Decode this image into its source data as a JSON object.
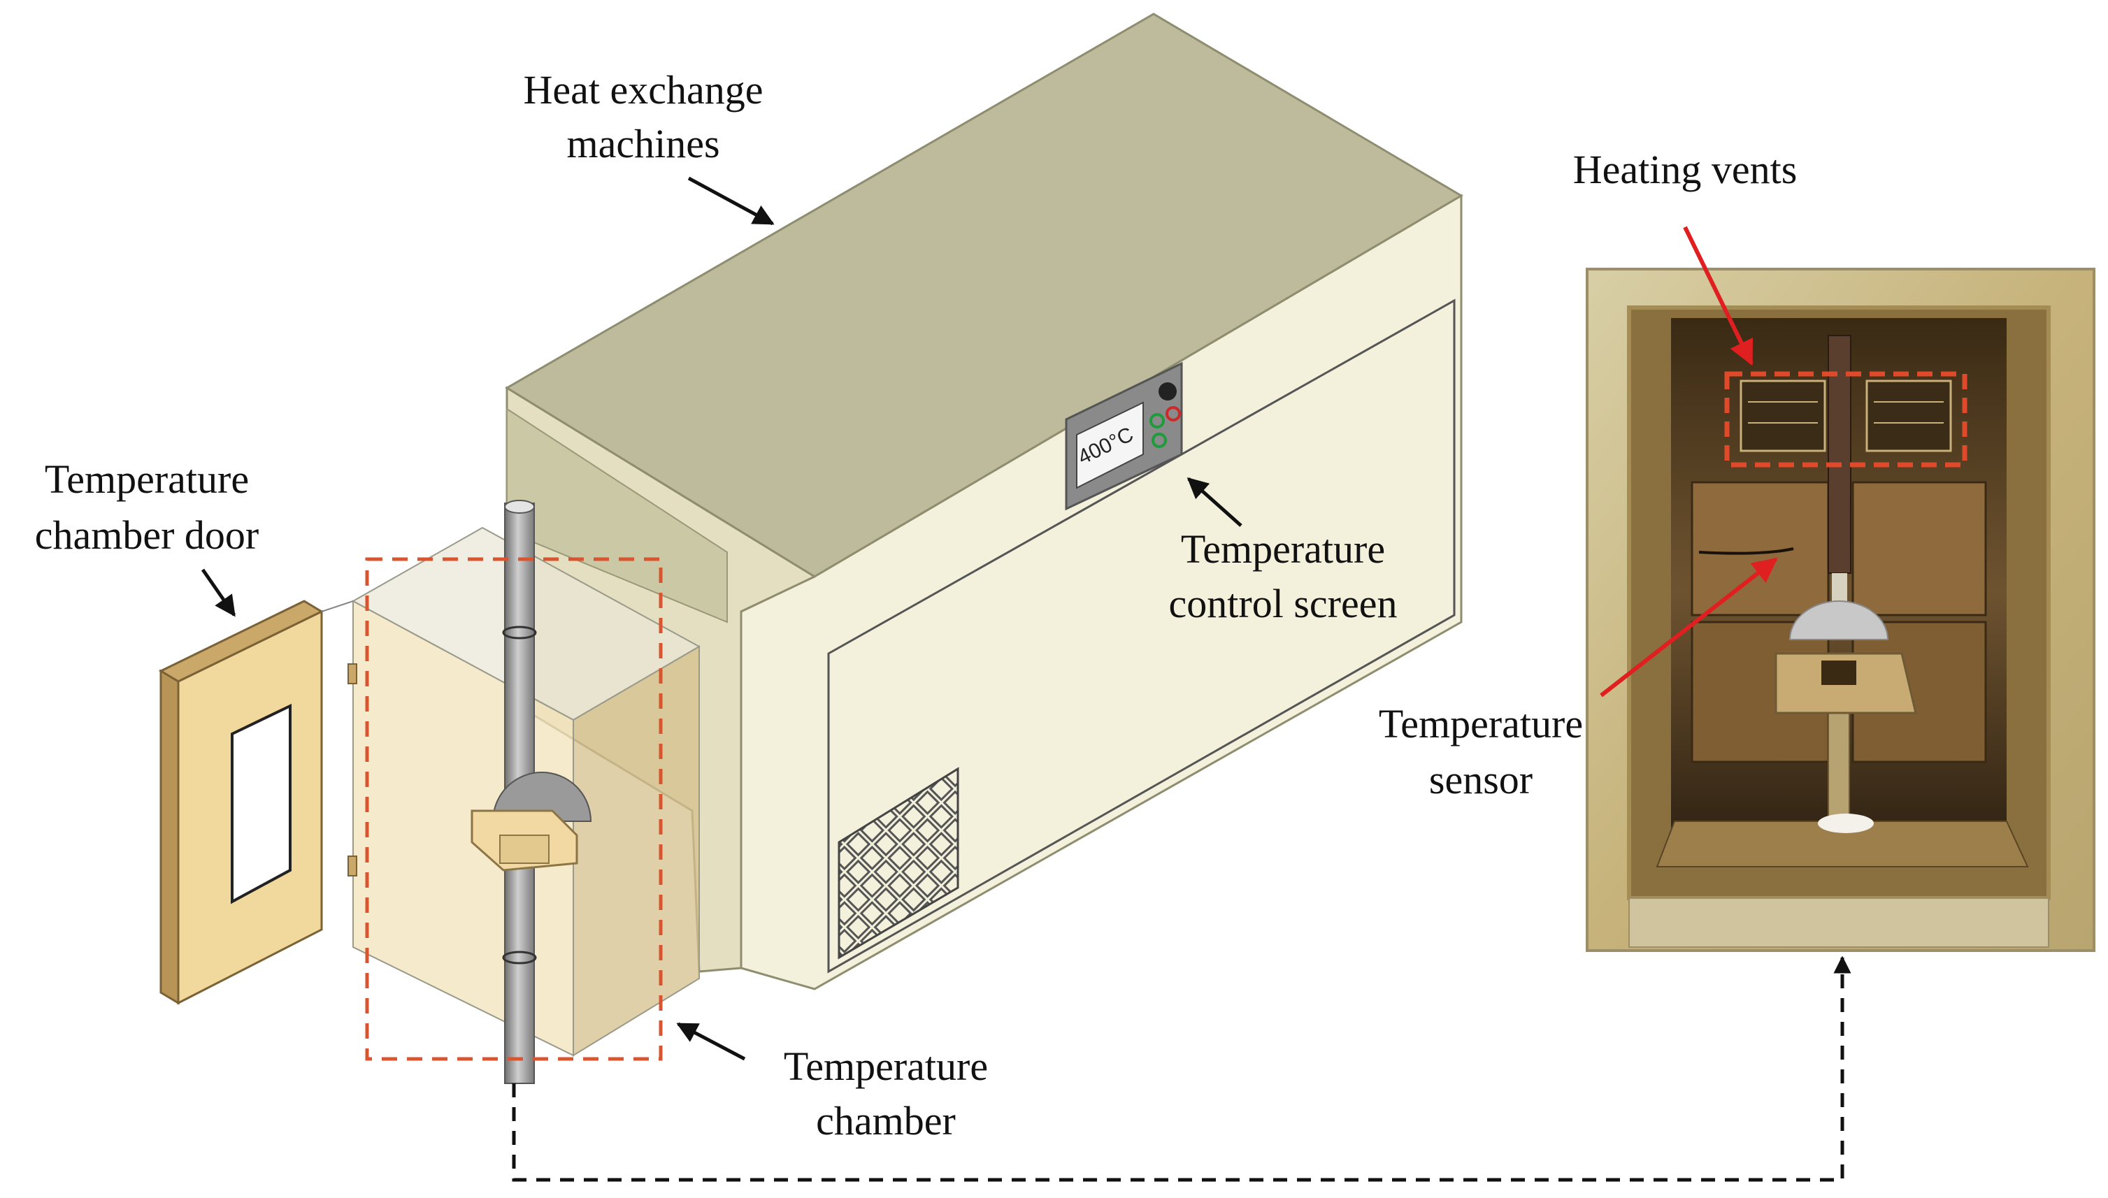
{
  "labels": {
    "heat_exchange_line1": "Heat exchange",
    "heat_exchange_line2": "machines",
    "heating_vents": "Heating vents",
    "chamber_door_line1": "Temperature",
    "chamber_door_line2": "chamber door",
    "control_screen_line1": "Temperature",
    "control_screen_line2": "control screen",
    "sensor_line1": "Temperature",
    "sensor_line2": "sensor",
    "chamber_line1": "Temperature",
    "chamber_line2": "chamber"
  },
  "screen": {
    "temperature": "400°C"
  },
  "colors": {
    "machine_top": "#bdbb9c",
    "machine_front": "#f3f0dc",
    "machine_side": "#e3dfc0",
    "machine_inner": "#cbc8a6",
    "door_frame": "#e8c88a",
    "chamber_fill": "#f0dcb0",
    "highlight_dashed": "#d9552f",
    "photo_bg": "#5a4326",
    "arrow_red": "#e02020",
    "arrow_black": "#111111"
  }
}
